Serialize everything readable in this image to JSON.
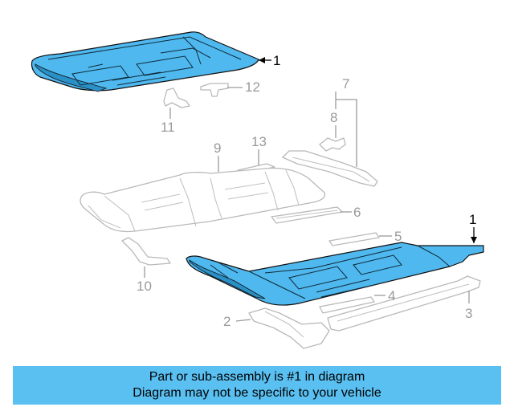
{
  "colors": {
    "highlight_part": "#4fb8ee",
    "ghost_part": "#b9b9b9",
    "callout_grey": "#9a9a9a",
    "callout_black": "#000000",
    "banner_background": "#5ac0f2"
  },
  "callouts": {
    "c1_top": "1",
    "c1_bottom": "1",
    "c2": "2",
    "c3": "3",
    "c4": "4",
    "c5": "5",
    "c6": "6",
    "c7": "7",
    "c8": "8",
    "c9": "9",
    "c10": "10",
    "c11": "11",
    "c12": "12",
    "c13": "13"
  },
  "banner": {
    "line1": "Part or sub-assembly is #1 in diagram",
    "line2": "Diagram may not be specific to your vehicle"
  }
}
